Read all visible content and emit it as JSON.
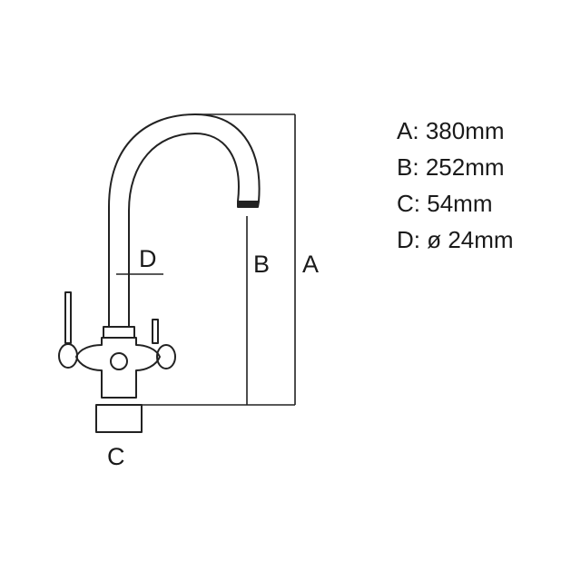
{
  "diagram": {
    "labels": {
      "a": "A",
      "b": "B",
      "c": "C",
      "d": "D"
    },
    "specs": [
      {
        "key": "A:",
        "value": "380mm"
      },
      {
        "key": "B:",
        "value": "252mm"
      },
      {
        "key": "C:",
        "value": "54mm"
      },
      {
        "key": "D:",
        "value": "ø 24mm"
      }
    ]
  }
}
